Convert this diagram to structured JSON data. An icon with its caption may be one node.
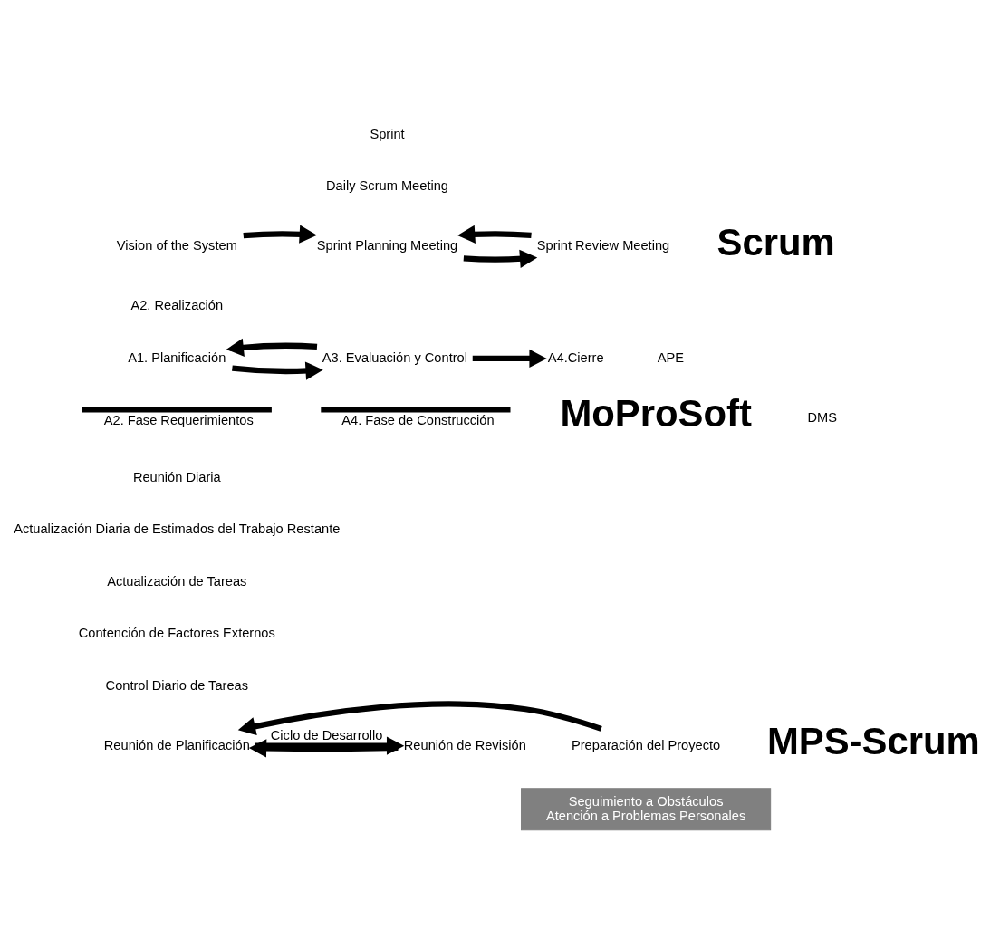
{
  "diagram": {
    "nodes": [
      {
        "text": [
          "Vision of the System"
        ]
      },
      {
        "text": [
          "Sprint Planning Meeting"
        ]
      },
      {
        "text": [
          "Sprint Review Meeting"
        ]
      },
      {
        "text": [
          "A1. Planificación"
        ]
      },
      {
        "text": [
          "A3. Evaluación y Control"
        ]
      },
      {
        "text": [
          "A4.Cierre"
        ]
      },
      {
        "text": [
          "A2. Fase Requerimientos"
        ]
      },
      {
        "text": [
          "A4. Fase de Construcción"
        ]
      },
      {
        "text": [
          "Preparación del Proyecto"
        ]
      },
      {
        "text": [
          "Reunión de Planificación"
        ]
      },
      {
        "text": [
          "Reunión de Revisión"
        ]
      },
      {
        "text": [
          "Seguimiento a Obstáculos",
          "Atención a Problemas Personales"
        ]
      }
    ],
    "edges": [
      {
        "from": 0,
        "to": 1,
        "arrow": "to"
      },
      {
        "from": 1,
        "to": 2,
        "arrow": "to"
      },
      {
        "from": 2,
        "to": 1,
        "arrow": "to"
      },
      {
        "from": 3,
        "to": 4,
        "arrow": "to"
      },
      {
        "from": 4,
        "to": 3,
        "arrow": "to"
      },
      {
        "from": 4,
        "to": 5,
        "arrow": "to"
      },
      {
        "from": 8,
        "to": 9,
        "arrow": "to"
      },
      {
        "from": 9,
        "to": 10,
        "label": "Ciclo de Desarrollo",
        "arrow": "to"
      },
      {
        "from": 10,
        "to": 9,
        "arrow": "to"
      }
    ],
    "labels": [
      "Sprint",
      "Daily Scrum Meeting",
      "Scrum",
      "A2. Realización",
      "APE",
      "MoProSoft",
      "DMS",
      "Reunión Diaria",
      "Actualización Diaria de Estimados del Trabajo Restante",
      "Actualización de Tareas",
      "Contención de Factores Externos",
      "Control Diario de Tareas",
      "MPS-Scrum"
    ]
  }
}
